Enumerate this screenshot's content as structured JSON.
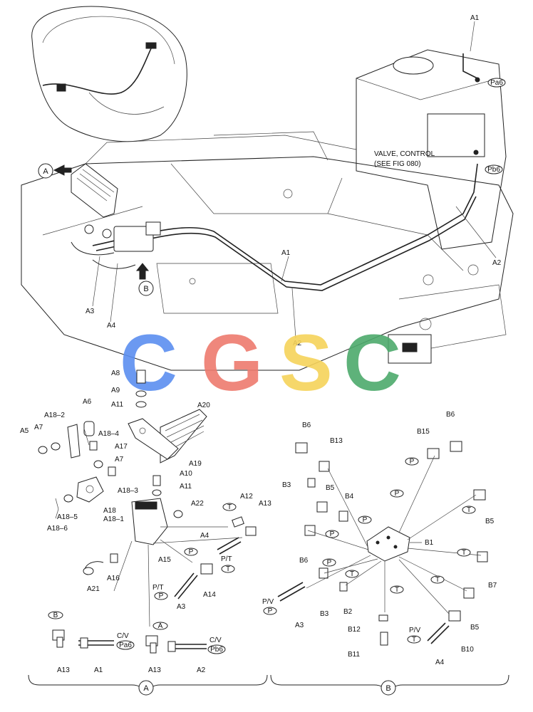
{
  "callouts": {
    "valve_note_line1": "VALVE, CONTROL",
    "valve_note_line2": "(SEE FIG 080)",
    "view_a": "A",
    "view_b": "B"
  },
  "ports": {
    "pa6": "Pa6",
    "pb6": "Pb6",
    "t": "T",
    "p": "P",
    "b": "B",
    "a": "A"
  },
  "conn": {
    "cv": "C/V",
    "pt": "P/T",
    "pv": "P/V"
  },
  "labels": {
    "A1": "A1",
    "A2": "A2",
    "A3": "A3",
    "A4": "A4",
    "A5": "A5",
    "A6": "A6",
    "A7": "A7",
    "A8": "A8",
    "A9": "A9",
    "A10": "A10",
    "A11": "A11",
    "A12": "A12",
    "A13": "A13",
    "A14": "A14",
    "A15": "A15",
    "A16": "A16",
    "A17": "A17",
    "A18": "A18",
    "A18_1": "A18–1",
    "A18_2": "A18–2",
    "A18_3": "A18–3",
    "A18_4": "A18–4",
    "A18_5": "A18–5",
    "A18_6": "A18–6",
    "A19": "A19",
    "A20": "A20",
    "A21": "A21",
    "A22": "A22",
    "B1": "B1",
    "B2": "B2",
    "B3": "B3",
    "B4": "B4",
    "B5": "B5",
    "B6": "B6",
    "B7": "B7",
    "B10": "B10",
    "B11": "B11",
    "B12": "B12",
    "B13": "B13",
    "B15": "B15"
  },
  "watermark": {
    "letters": [
      "C",
      "G",
      "S",
      "C"
    ],
    "colors": [
      "#5b8ff0",
      "#ee7b6e",
      "#f6d35a",
      "#4daa6c"
    ]
  }
}
